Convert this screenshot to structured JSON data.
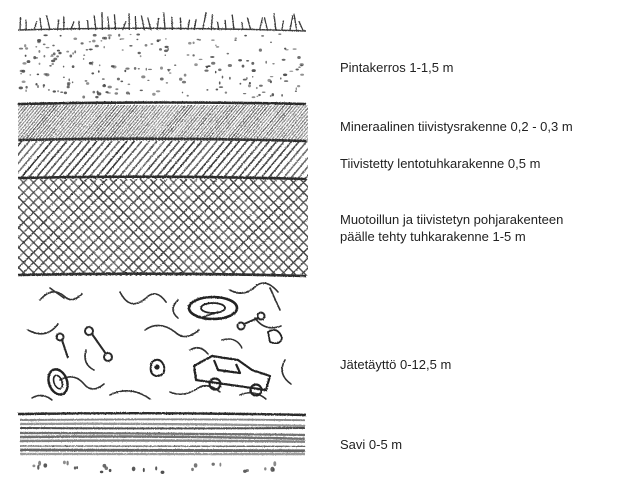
{
  "layers": [
    {
      "id": "surface",
      "label": "Pintakerros 1-1,5 m"
    },
    {
      "id": "mineral-seal",
      "label": "Mineraalinen tiivistysrakenne 0,2 - 0,3 m"
    },
    {
      "id": "fly-ash",
      "label": "Tiivistetty lentotuhkarakenne 0,5 m"
    },
    {
      "id": "ash-structure",
      "label": "Muotoillun ja tiivistetyn pohjarakenteen\npäälle tehty tuhkarakenne 1-5 m"
    },
    {
      "id": "waste-fill",
      "label": "Jätetäyttö 0-12,5 m"
    },
    {
      "id": "clay",
      "label": "Savi 0-5 m"
    }
  ],
  "colors": {
    "pencil": "#3a3a3a",
    "pencil_light": "#6a6a6a",
    "paper": "#ffffff",
    "text": "#222222"
  },
  "icons": [
    "grass-blades",
    "gravel-dots",
    "diagonal-hatch",
    "cross-hatch",
    "tire",
    "car",
    "bone",
    "clay-stripes"
  ]
}
